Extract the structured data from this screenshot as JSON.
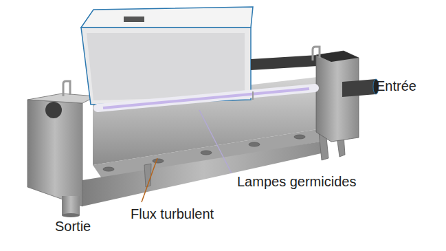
{
  "diagram": {
    "labels": [
      "Entrée",
      "Lampes germicides",
      "Flux turbulent",
      "Sortie"
    ]
  }
}
